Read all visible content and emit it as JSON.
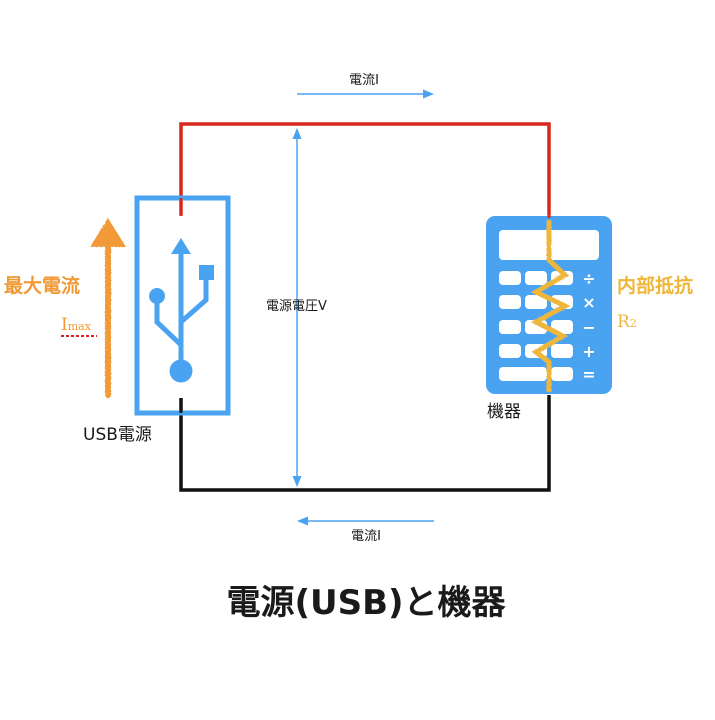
{
  "title": "電源(USB)と機器",
  "labels": {
    "current_top": "電流I",
    "current_bottom": "電流I",
    "voltage": "電源電圧V",
    "usb_power": "USB電源",
    "device": "機器",
    "max_current": "最大電流",
    "max_current_symbol_main": "I",
    "max_current_symbol_sub": "max",
    "internal_resistance": "内部抵抗",
    "internal_resistance_symbol_main": "R",
    "internal_resistance_symbol_sub": "2"
  },
  "calculator_ops": [
    "÷",
    "×",
    "−",
    "+",
    "="
  ],
  "colors": {
    "wire_positive": "#d8271c",
    "wire_negative": "#111111",
    "accent_blue": "#4aa3f0",
    "orange": "#f29a38",
    "yellow": "#f0b63a",
    "red_underline": "#e02020",
    "text": "#1a1a1a"
  }
}
